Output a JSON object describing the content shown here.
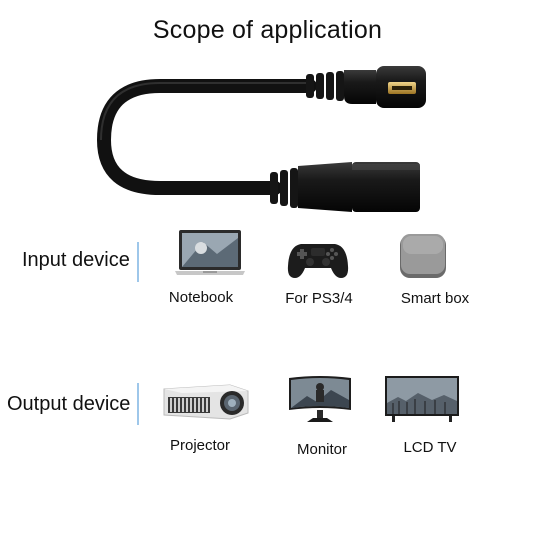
{
  "title": "Scope of application",
  "input_device": {
    "label": "Input device",
    "items": [
      {
        "label": "Notebook",
        "icon": "notebook-icon"
      },
      {
        "label": "For PS3/4",
        "icon": "gamepad-icon"
      },
      {
        "label": "Smart box",
        "icon": "smart-box-icon"
      }
    ]
  },
  "output_device": {
    "label": "Output device",
    "items": [
      {
        "label": "Projector",
        "icon": "projector-icon"
      },
      {
        "label": "Monitor",
        "icon": "monitor-icon"
      },
      {
        "label": "LCD TV",
        "icon": "tv-icon"
      }
    ]
  },
  "colors": {
    "divider": "#9ec7ea",
    "cable": "#111111",
    "connector_gold": "#c9a24a"
  }
}
